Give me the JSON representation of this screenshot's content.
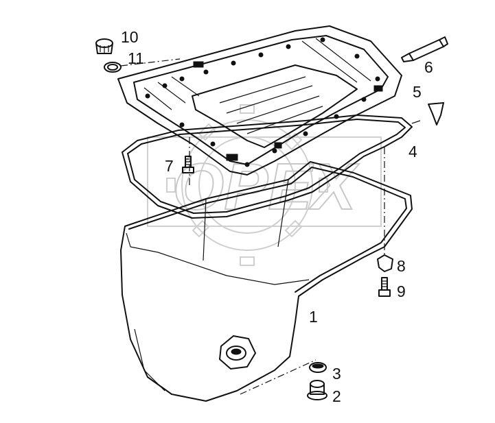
{
  "diagram": {
    "watermark": "OPEX",
    "callouts": [
      {
        "id": "c1",
        "text": "1"
      },
      {
        "id": "c2",
        "text": "2"
      },
      {
        "id": "c3",
        "text": "3"
      },
      {
        "id": "c4",
        "text": "4"
      },
      {
        "id": "c5",
        "text": "5"
      },
      {
        "id": "c6",
        "text": "6"
      },
      {
        "id": "c7",
        "text": "7"
      },
      {
        "id": "c8",
        "text": "8"
      },
      {
        "id": "c9",
        "text": "9"
      },
      {
        "id": "c10",
        "text": "10"
      },
      {
        "id": "c11",
        "text": "11"
      }
    ]
  }
}
